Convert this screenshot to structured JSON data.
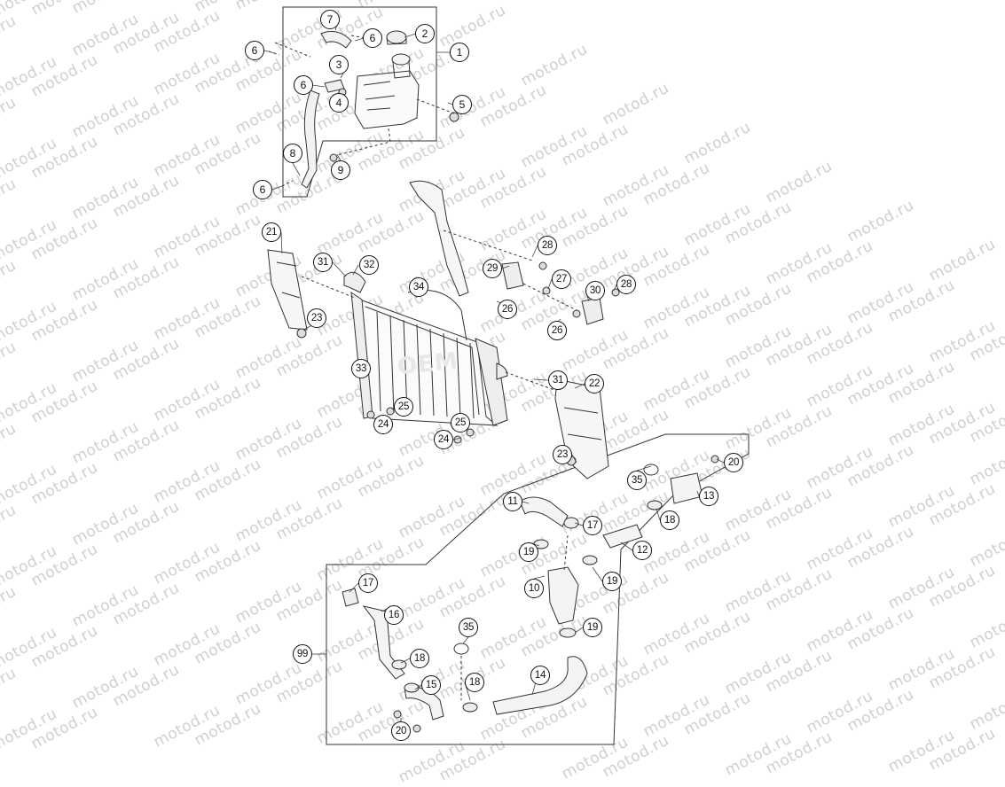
{
  "watermark": {
    "text": "motod.ru",
    "color": "#cfcfcf"
  },
  "oem_mark": "OEM",
  "callouts": {
    "c1": "1",
    "c2": "2",
    "c3": "3",
    "c4": "4",
    "c5": "5",
    "c6a": "6",
    "c6b": "6",
    "c6c": "6",
    "c6d": "6",
    "c7": "7",
    "c8": "8",
    "c9": "9",
    "c10": "10",
    "c11": "11",
    "c12": "12",
    "c13": "13",
    "c14": "14",
    "c15": "15",
    "c16": "16",
    "c17a": "17",
    "c17b": "17",
    "c18a": "18",
    "c18b": "18",
    "c18c": "18",
    "c19a": "19",
    "c19b": "19",
    "c19c": "19",
    "c20a": "20",
    "c20b": "20",
    "c21": "21",
    "c22": "22",
    "c23a": "23",
    "c23b": "23",
    "c24a": "24",
    "c24b": "24",
    "c25a": "25",
    "c25b": "25",
    "c26a": "26",
    "c26b": "26",
    "c27": "27",
    "c28a": "28",
    "c28b": "28",
    "c29": "29",
    "c30": "30",
    "c31a": "31",
    "c31b": "31",
    "c32": "32",
    "c33": "33",
    "c34": "34",
    "c35a": "35",
    "c35b": "35",
    "c99": "99"
  }
}
